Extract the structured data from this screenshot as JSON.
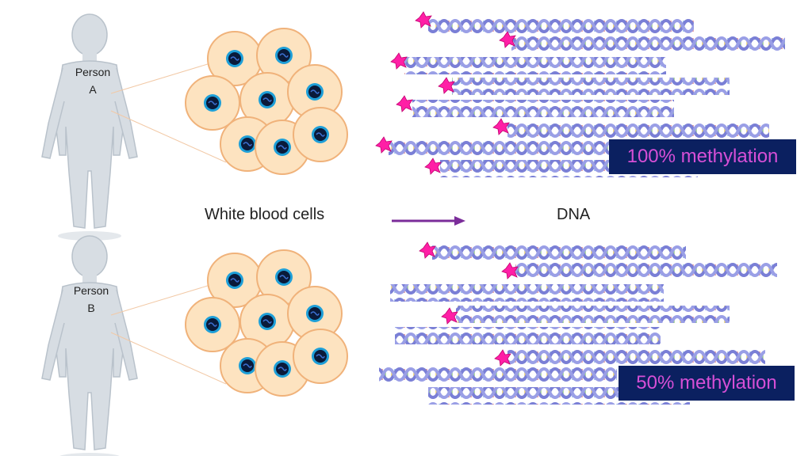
{
  "people": [
    {
      "label_line1": "Person",
      "label_line2": "A"
    },
    {
      "label_line1": "Person",
      "label_line2": "B"
    }
  ],
  "labels": {
    "cells": "White blood cells",
    "dna": "DNA"
  },
  "badges": {
    "top": "100% methylation",
    "bottom": "50% methylation"
  },
  "methylation_fraction": {
    "top": 1.0,
    "bottom": 0.5
  },
  "colors": {
    "badge_bg": "#0b2060",
    "badge_text": "#d64fd6",
    "arrow": "#7b2d9a",
    "cell_fill": "#fde3c0",
    "cell_stroke": "#f0b27a",
    "nucleus": "#1e9fd8",
    "dna_backbone": "#7a7fd6",
    "methyl_mark": "#ff1fa6",
    "body": "#d7dde3"
  }
}
